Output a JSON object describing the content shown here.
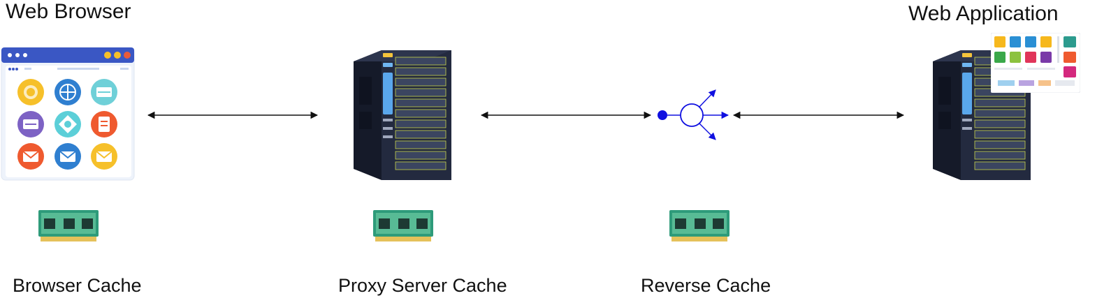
{
  "diagram": {
    "title_left": "Web Browser",
    "title_right": "Web Application",
    "labels": {
      "browser_cache": "Browser Cache",
      "proxy_cache": "Proxy Server Cache",
      "reverse_cache": "Reverse Cache"
    },
    "icons": {
      "browser": "browser-window-icon",
      "server": "server-rack-icon",
      "memory": "ram-module-icon",
      "router": "router-node-icon",
      "app_dashboard": "app-dashboard-icon"
    },
    "colors": {
      "arrow": "#111111",
      "router": "#1010e0",
      "server_body": "#1e2436",
      "ram_board": "#2e9b7a",
      "browser_bar": "#3a57c4"
    }
  }
}
